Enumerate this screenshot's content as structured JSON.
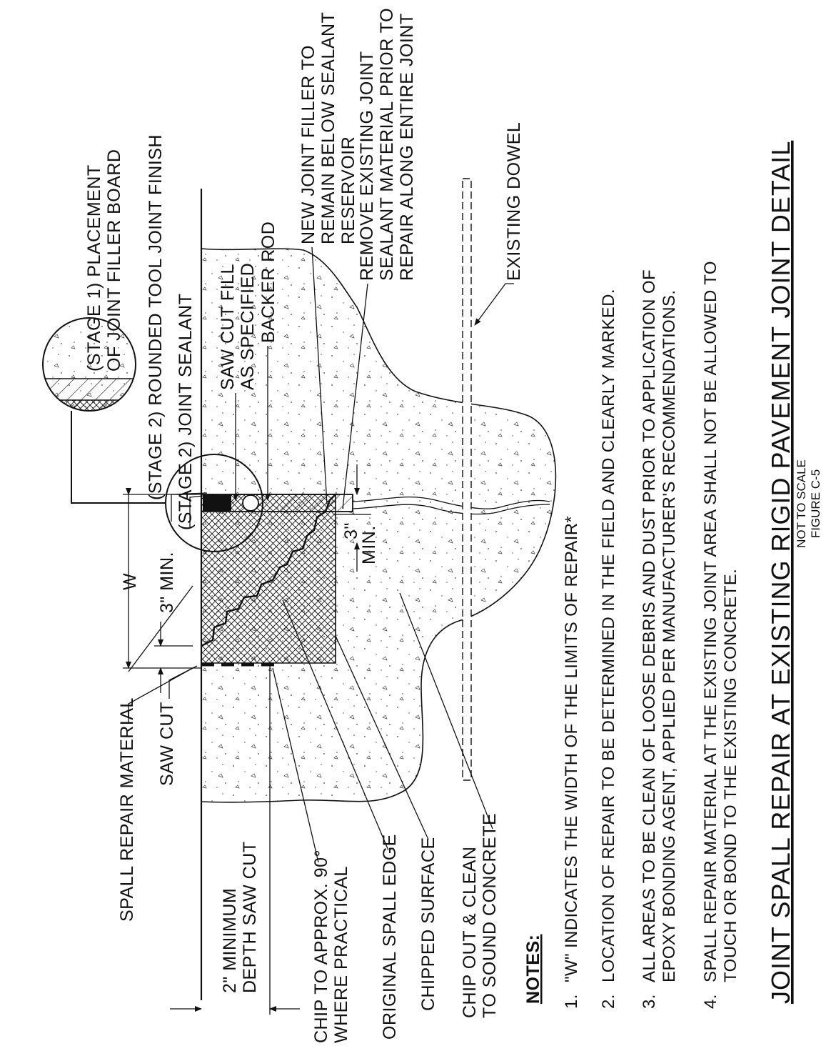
{
  "callouts": {
    "stage1_filler": [
      "(STAGE 1) PLACEMENT",
      "OF JOINT FILLER BOARD"
    ],
    "stage2_tool": "(STAGE 2) ROUNDED TOOL JOINT FINISH",
    "stage2_sealant": "(STAGE 2) JOINT SEALANT",
    "saw_cut_fill": [
      "SAW CUT FILL",
      "AS SPECIFIED"
    ],
    "backer_rod": "BACKER ROD",
    "new_filler": [
      "NEW JOINT FILLER TO",
      "REMAIN BELOW SEALANT",
      "RESERVOIR"
    ],
    "remove_sealant": [
      "REMOVE EXISTING JOINT",
      "SEALANT MATERIAL PRIOR TO",
      "REPAIR ALONG ENTIRE JOINT"
    ],
    "existing_dowel": "EXISTING DOWEL",
    "spall_repair_material": "SPALL REPAIR MATERIAL",
    "saw_cut": "SAW CUT",
    "min_depth": [
      "2\" MINIMUM",
      "DEPTH SAW CUT"
    ],
    "chip_90": [
      "CHIP TO APPROX. 90°",
      "WHERE PRACTICAL"
    ],
    "original_edge": "ORIGINAL SPALL EDGE",
    "chipped_surface": "CHIPPED SURFACE",
    "chip_out": [
      "CHIP OUT & CLEAN",
      "TO SOUND CONCRETE"
    ],
    "dim_w": "W",
    "dim_3min_a": "3\" MIN.",
    "dim_3": "3\"",
    "dim_min": "MIN."
  },
  "notes": {
    "heading": "NOTES:",
    "items": [
      {
        "num": "1.",
        "lines": [
          "\"W\" INDICATES THE WIDTH OF THE LIMITS OF REPAIR*"
        ]
      },
      {
        "num": "2.",
        "lines": [
          "LOCATION OF REPAIR TO BE DETERMINED IN THE FIELD AND CLEARLY MARKED."
        ]
      },
      {
        "num": "3.",
        "lines": [
          "ALL AREAS TO BE CLEAN OF LOOSE DEBRIS AND DUST PRIOR TO APPLICATION OF",
          "EPOXY BONDING AGENT, APPLIED PER MANUFACTURER'S RECOMMENDATIONS."
        ]
      },
      {
        "num": "4.",
        "lines": [
          "SPALL REPAIR MATERIAL AT THE EXISTING JOINT AREA SHALL NOT BE ALLOWED TO",
          "TOUCH OR BOND TO THE EXISTING CONCRETE."
        ]
      }
    ]
  },
  "title": {
    "main": "JOINT SPALL REPAIR AT EXISTING RIGID PAVEMENT JOINT DETAIL",
    "scale": "NOT TO SCALE",
    "figure": "FIGURE C-5"
  }
}
